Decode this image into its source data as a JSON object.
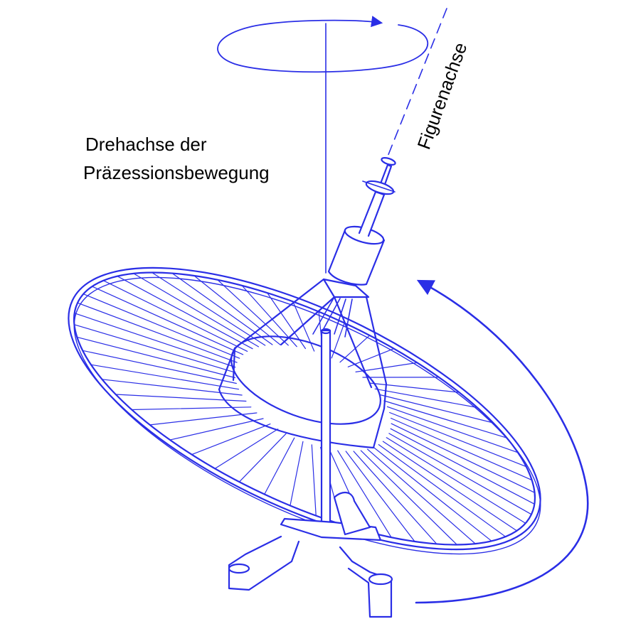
{
  "labels": {
    "rotation_axis_line1": "Drehachse der",
    "rotation_axis_line2": "Präzessionsbewegung",
    "figure_axis": "Figurenachse"
  },
  "colors": {
    "ink": "#2a2ee6",
    "text": "#000000",
    "background": "#ffffff"
  },
  "icons": {
    "precession_arrow": "curved-arrow-icon",
    "spin_arrow": "curved-arrow-icon"
  }
}
